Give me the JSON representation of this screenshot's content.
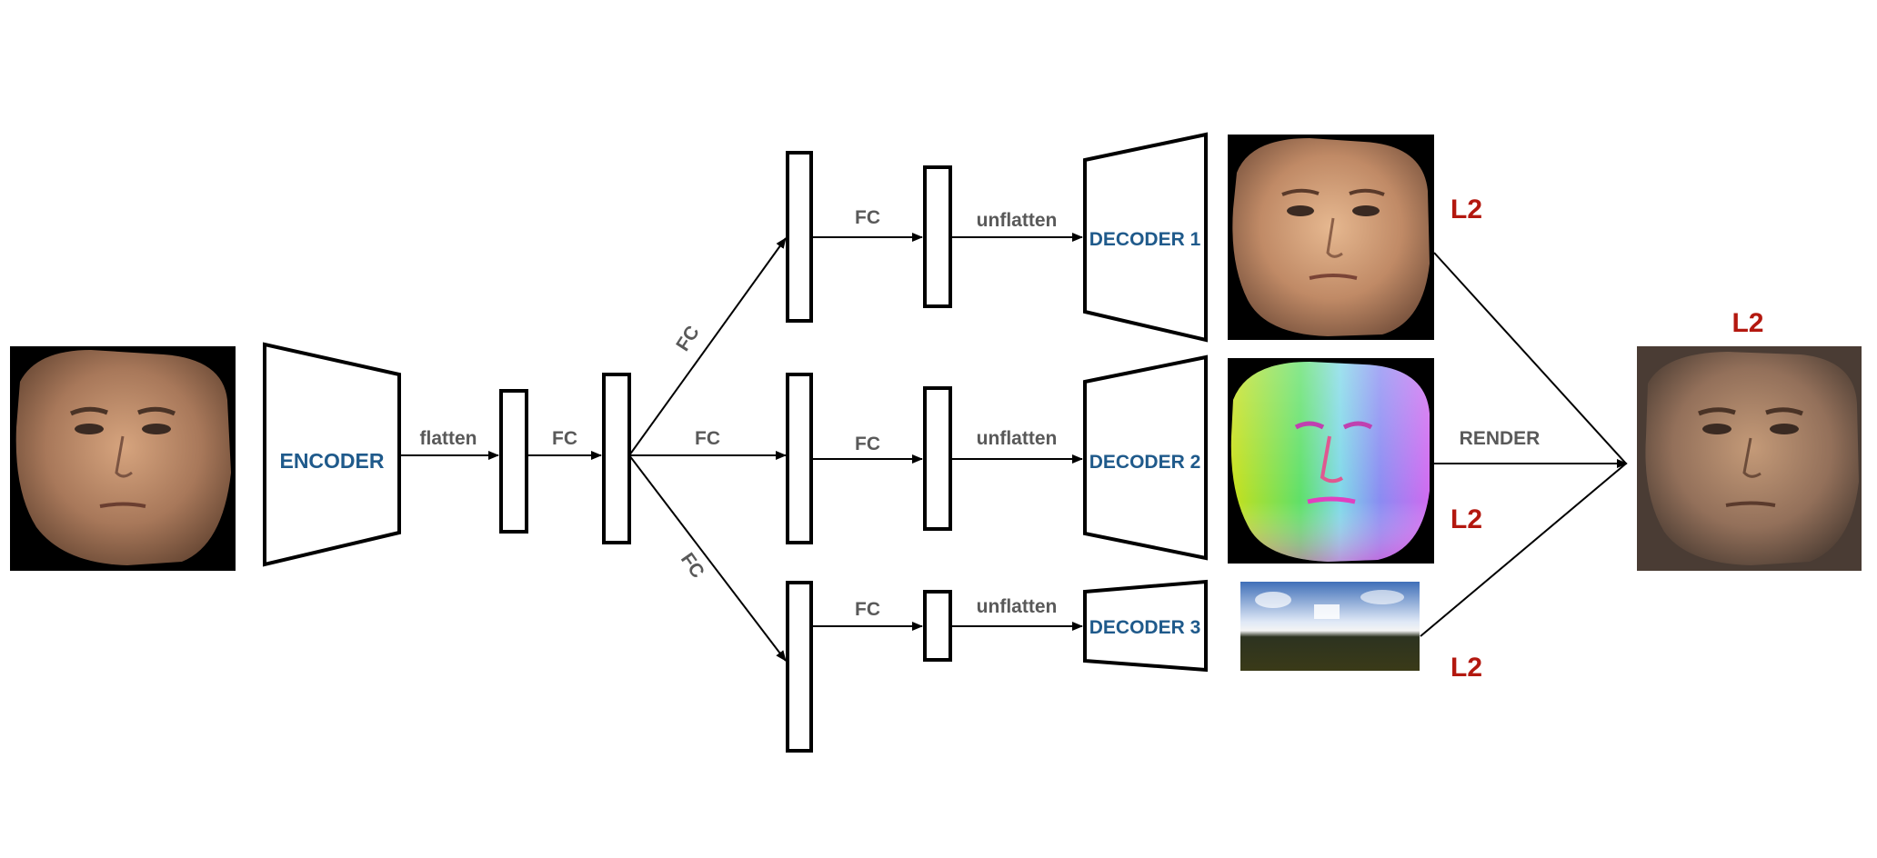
{
  "blocks": {
    "encoder": "ENCODER",
    "decoder1": "DECODER 1",
    "decoder2": "DECODER 2",
    "decoder3": "DECODER 3"
  },
  "edge_labels": {
    "flatten": "flatten",
    "fc_main": "FC",
    "fc_up": "FC",
    "fc_mid": "FC",
    "fc_down": "FC",
    "fc_top_branch": "FC",
    "fc_mid_branch": "FC",
    "fc_bot_branch": "FC",
    "unflatten_top": "unflatten",
    "unflatten_mid": "unflatten",
    "unflatten_bot": "unflatten",
    "render": "RENDER"
  },
  "losses": {
    "albedo": "L2",
    "normal": "L2",
    "light": "L2",
    "output": "L2"
  },
  "images": {
    "input": "input-face-image",
    "albedo": "albedo-face-image",
    "normal": "normal-map-image",
    "light": "environment-light-image",
    "output": "rendered-face-image"
  },
  "colors": {
    "block_text": "#1f5a8b",
    "loss_text": "#b3180f",
    "edge_text": "#595959"
  }
}
